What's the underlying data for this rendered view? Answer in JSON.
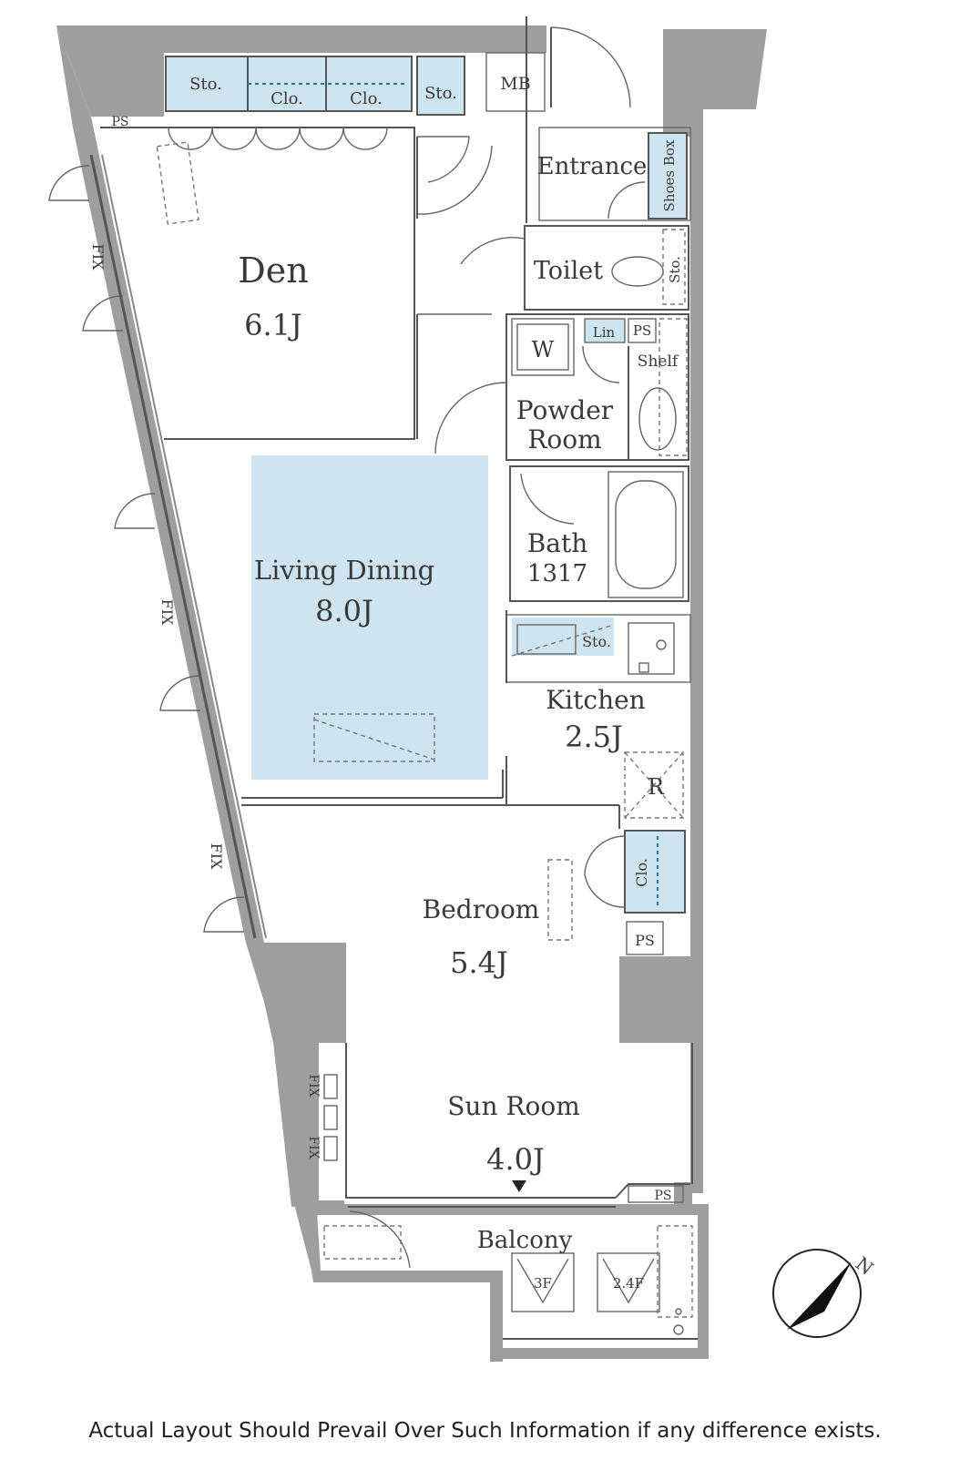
{
  "rooms": {
    "den_name": "Den",
    "den_size": "6.1J",
    "living_name": "Living Dining",
    "living_size": "8.0J",
    "kitchen_name": "Kitchen",
    "kitchen_size": "2.5J",
    "bedroom_name": "Bedroom",
    "bedroom_size": "5.4J",
    "sunroom_name": "Sun Room",
    "sunroom_size": "4.0J",
    "powder_line1": "Powder",
    "powder_line2": "Room",
    "bath_name": "Bath",
    "bath_size": "1317",
    "entrance": "Entrance",
    "toilet": "Toilet",
    "balcony": "Balcony"
  },
  "storage": {
    "sto": "Sto.",
    "clo": "Clo.",
    "mb": "MB",
    "ps": "PS",
    "shoes_box": "Shoes Box",
    "lin": "Lin",
    "shelf": "Shelf",
    "washer": "W",
    "fridge": "R"
  },
  "window_marks": {
    "fix": "FIX"
  },
  "balcony_units": {
    "unit_a": "3F",
    "unit_b": "2.4F"
  },
  "compass": {
    "north": "N"
  },
  "colors": {
    "wall": "#9e9e9e",
    "highlight": "#cfe4f1",
    "line": "#555555"
  },
  "footer": {
    "disclaimer": "Actual Layout Should Prevail Over Such Information if any difference exists."
  }
}
